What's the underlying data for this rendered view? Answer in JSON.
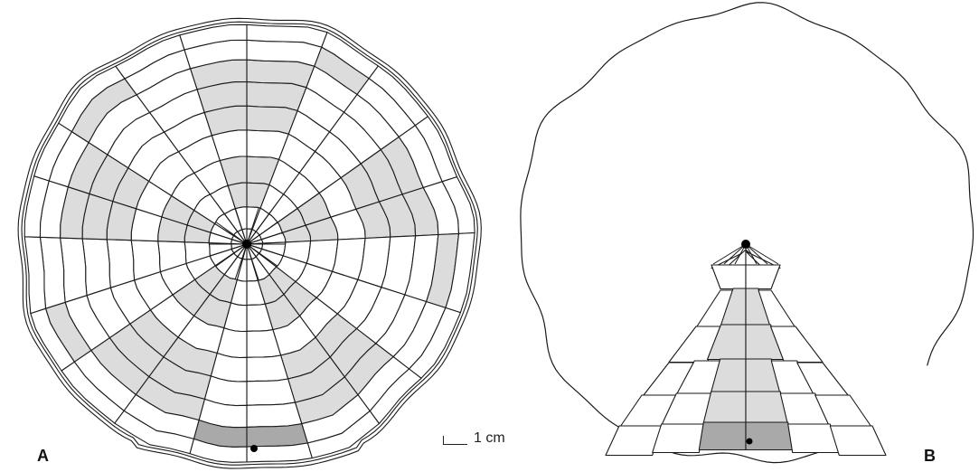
{
  "figure": {
    "panel_a_label": "A",
    "panel_b_label": "B",
    "scale_bar_label": "1 cm"
  },
  "colors": {
    "outline": "#1a1a1a",
    "plate_white": "#ffffff",
    "plate_light_grey": "#dcdcdc",
    "plate_dark_grey": "#a9a9a9"
  }
}
